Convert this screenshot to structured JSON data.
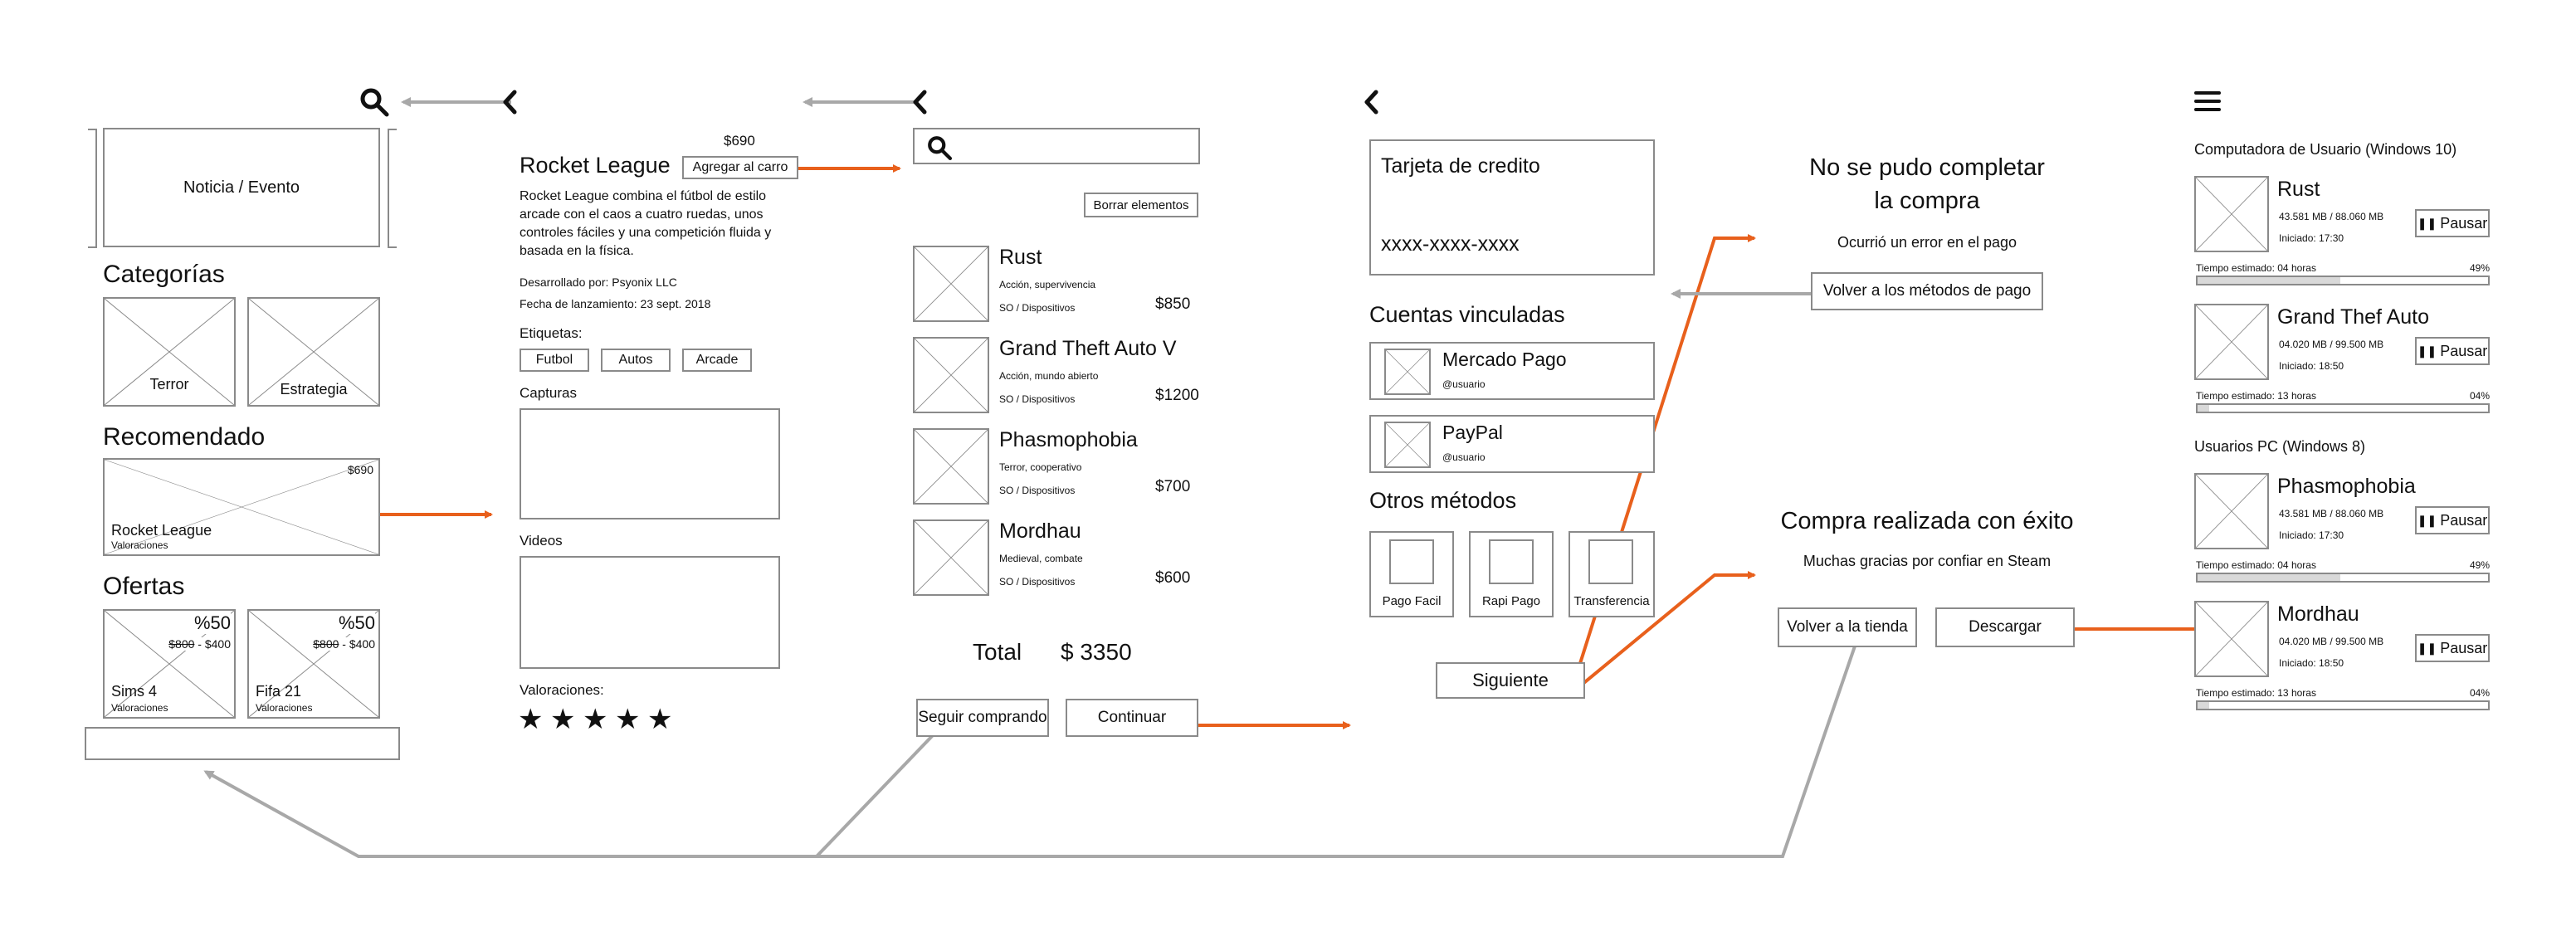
{
  "colors": {
    "border": "#8a8a8a",
    "flow_arrow": "#e8601c",
    "back_arrow": "#a8a8a8"
  },
  "icons": [
    "search-icon",
    "back-chevron-icon",
    "hamburger-menu-icon",
    "pause-icon",
    "star-icon"
  ],
  "home": {
    "banner": "Noticia / Evento",
    "categories_title": "Categorías",
    "categories": [
      "Terror",
      "Estrategia"
    ],
    "recommended_title": "Recomendado",
    "recommended": {
      "price": "$690",
      "name": "Rocket League",
      "rating": "Valoraciones"
    },
    "offers_title": "Ofertas",
    "offers": [
      {
        "discount": "%50",
        "old_price": "$800",
        "new_price": " - $400",
        "name": "Sims 4",
        "rating": "Valoraciones"
      },
      {
        "discount": "%50",
        "old_price": "$800",
        "new_price": " - $400",
        "name": "Fifa 21",
        "rating": "Valoraciones"
      }
    ]
  },
  "detail": {
    "price": "$690",
    "title": "Rocket League",
    "add_to_cart": "Agregar al carro",
    "description": [
      "Rocket League combina el fútbol de estilo",
      "arcade con el caos a cuatro ruedas, unos",
      "controles fáciles y una competición fluida y",
      "basada en la física."
    ],
    "developer": "Desarrollado por: Psyonix LLC",
    "release": "Fecha de lanzamiento: 23 sept. 2018",
    "tags_title": "Etiquetas:",
    "tags": [
      "Futbol",
      "Autos",
      "Arcade"
    ],
    "screenshots_title": "Capturas",
    "videos_title": "Videos",
    "ratings_title": "Valoraciones:",
    "stars": 5
  },
  "cart": {
    "clear": "Borrar elementos",
    "items": [
      {
        "name": "Rust",
        "genre": "Acción, supervivencia",
        "os": "SO / Dispositivos",
        "price": "$850"
      },
      {
        "name": "Grand Theft Auto V",
        "genre": "Acción, mundo abierto",
        "os": "SO / Dispositivos",
        "price": "$1200"
      },
      {
        "name": "Phasmophobia",
        "genre": "Terror, cooperativo",
        "os": "SO / Dispositivos",
        "price": "$700"
      },
      {
        "name": "Mordhau",
        "genre": "Medieval, combate",
        "os": "SO / Dispositivos",
        "price": "$600"
      }
    ],
    "total_label": "Total",
    "total_value": "$ 3350",
    "keep_shopping": "Seguir comprando",
    "continue": "Continuar"
  },
  "payment": {
    "card_title": "Tarjeta de credito",
    "card_number": "xxxx-xxxx-xxxx",
    "linked_title": "Cuentas vinculadas",
    "linked": [
      {
        "name": "Mercado Pago",
        "user": "@usuario"
      },
      {
        "name": "PayPal",
        "user": "@usuario"
      }
    ],
    "other_title": "Otros métodos",
    "others": [
      "Pago Facil",
      "Rapi Pago",
      "Transferencia"
    ],
    "next": "Siguiente"
  },
  "result": {
    "error_title_1": "No se pudo completar",
    "error_title_2": "la compra",
    "error_msg": "Ocurrió un error en el pago",
    "error_btn": "Volver a los métodos de pago",
    "ok_title": "Compra realizada con éxito",
    "ok_msg": "Muchas gracias por confiar en Steam",
    "back_store": "Volver a la tienda",
    "download": "Descargar"
  },
  "downloads": {
    "group1": "Computadora de Usuario (Windows 10)",
    "group2": "Usuarios PC (Windows 8)",
    "pause_label": "Pausar",
    "items": [
      {
        "name": "Rust",
        "size": "43.581 MB / 88.060 MB",
        "started": "Iniciado: 17:30",
        "eta": "Tiempo estimado: 04 horas",
        "pct": "49%",
        "progress": 0.49
      },
      {
        "name": "Grand Thef Auto",
        "size": "04.020 MB / 99.500 MB",
        "started": "Iniciado: 18:50",
        "eta": "Tiempo estimado: 13 horas",
        "pct": "04%",
        "progress": 0.04
      },
      {
        "name": "Phasmophobia",
        "size": "43.581 MB / 88.060 MB",
        "started": "Iniciado: 17:30",
        "eta": "Tiempo estimado: 04 horas",
        "pct": "49%",
        "progress": 0.49
      },
      {
        "name": "Mordhau",
        "size": "04.020 MB / 99.500 MB",
        "started": "Iniciado: 18:50",
        "eta": "Tiempo estimado: 13 horas",
        "pct": "04%",
        "progress": 0.04
      }
    ]
  }
}
